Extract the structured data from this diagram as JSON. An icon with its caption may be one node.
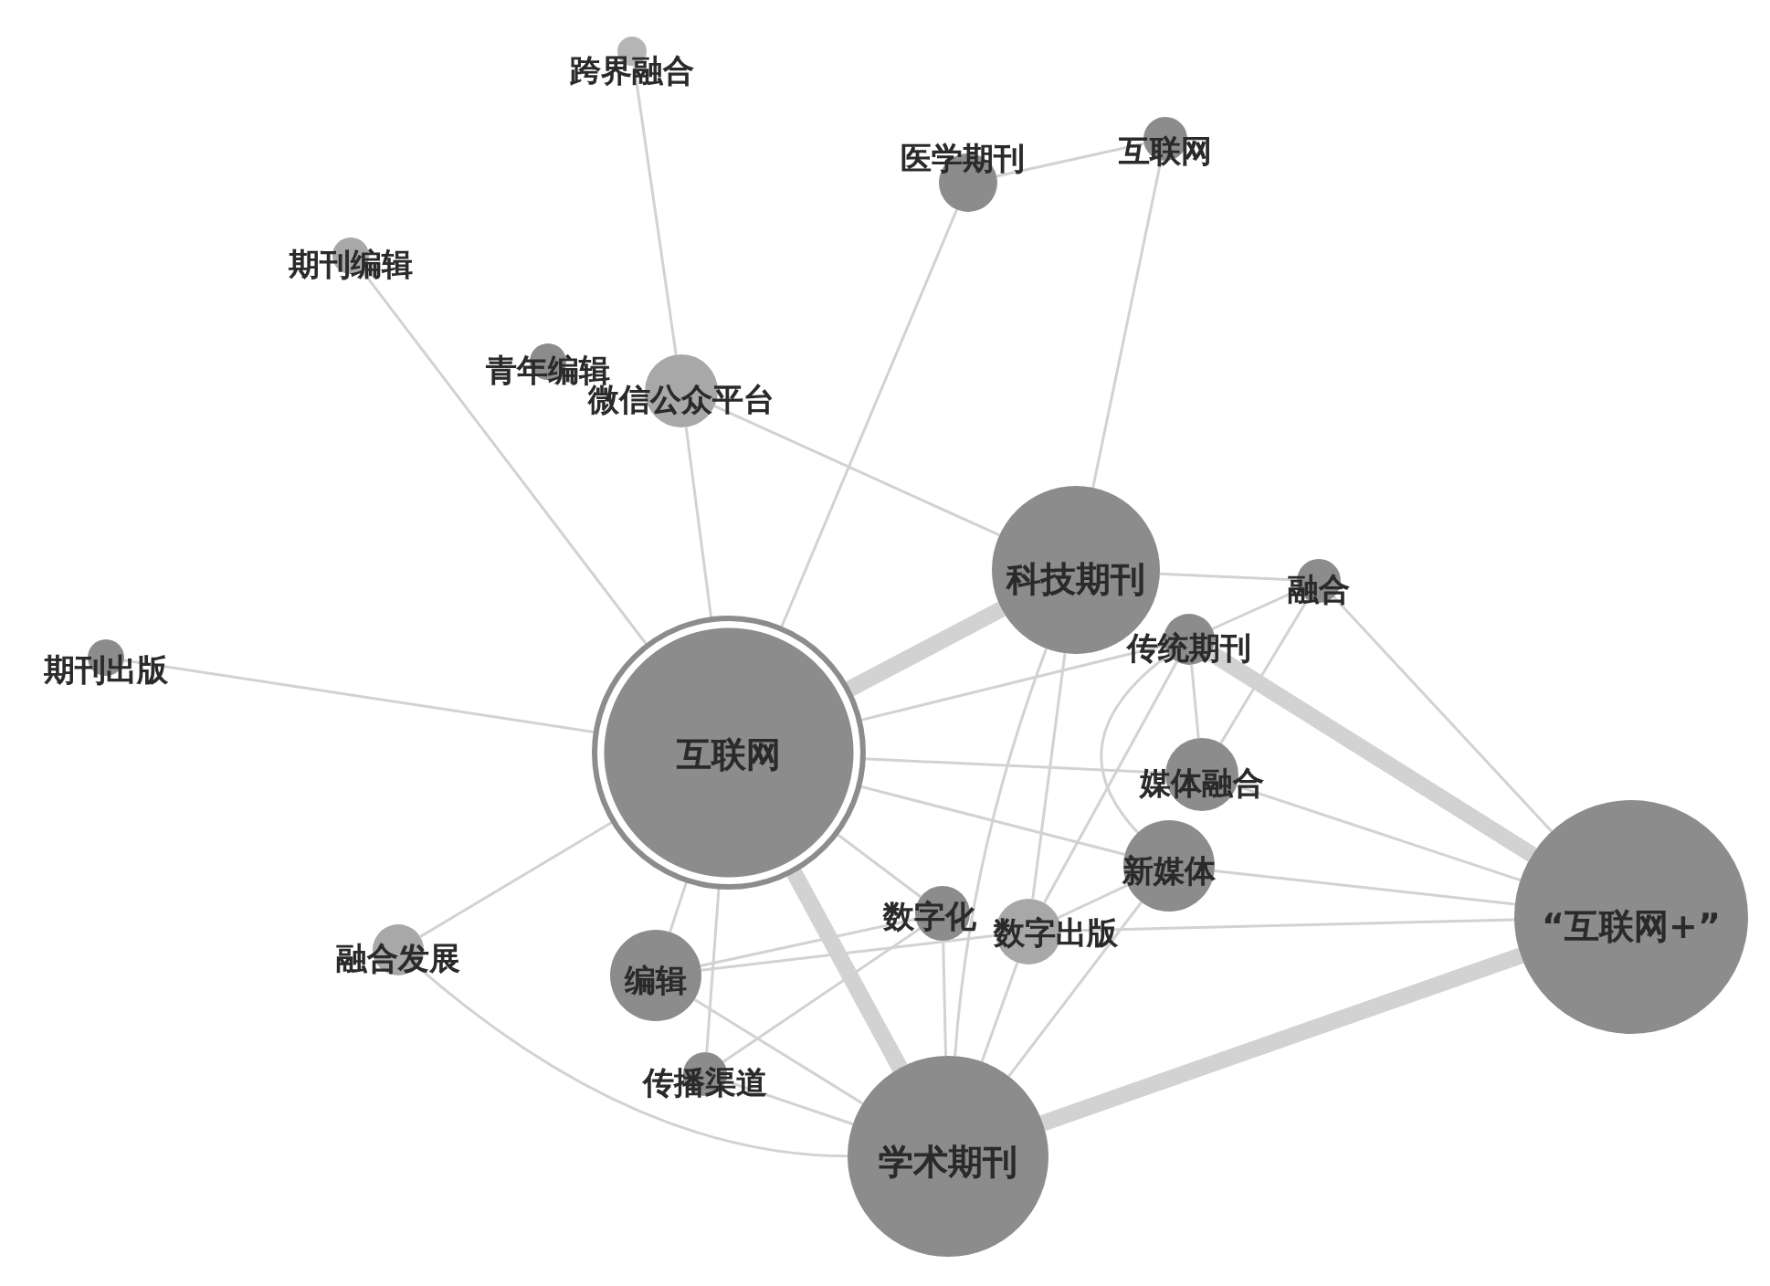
{
  "diagram": {
    "nodes": [
      {
        "text": [
          "跨界融合"
        ]
      },
      {
        "text": [
          "医学期刊"
        ]
      },
      {
        "text": [
          "互联网"
        ]
      },
      {
        "text": [
          "期刊编辑"
        ]
      },
      {
        "text": [
          "青年编辑"
        ]
      },
      {
        "text": [
          "微信公众平台"
        ]
      },
      {
        "text": [
          "科技期刊"
        ]
      },
      {
        "text": [
          "融合"
        ]
      },
      {
        "text": [
          "传统期刊"
        ]
      },
      {
        "text": [
          "期刊出版"
        ]
      },
      {
        "text": [
          "互联网"
        ]
      },
      {
        "text": [
          "媒体融合"
        ]
      },
      {
        "text": [
          "新媒体"
        ]
      },
      {
        "text": [
          "数字化"
        ]
      },
      {
        "text": [
          "数字出版"
        ]
      },
      {
        "text": [
          "融合发展"
        ]
      },
      {
        "text": [
          "编辑"
        ]
      },
      {
        "text": [
          "传播渠道"
        ]
      },
      {
        "text": [
          "学术期刊"
        ]
      },
      {
        "text": [
          "“互联网+”"
        ]
      }
    ],
    "edges": [
      {
        "from": 0,
        "to": 5,
        "arrow": "none"
      },
      {
        "from": 1,
        "to": 10,
        "arrow": "none"
      },
      {
        "from": 1,
        "to": 2,
        "arrow": "none"
      },
      {
        "from": 2,
        "to": 6,
        "arrow": "none"
      },
      {
        "from": 3,
        "to": 10,
        "arrow": "none"
      },
      {
        "from": 5,
        "to": 10,
        "arrow": "none"
      },
      {
        "from": 5,
        "to": 6,
        "arrow": "none"
      },
      {
        "from": 9,
        "to": 10,
        "arrow": "none"
      },
      {
        "from": 10,
        "to": 6,
        "arrow": "none",
        "style": "thick"
      },
      {
        "from": 10,
        "to": 8,
        "arrow": "none"
      },
      {
        "from": 10,
        "to": 11,
        "arrow": "none"
      },
      {
        "from": 10,
        "to": 12,
        "arrow": "none"
      },
      {
        "from": 10,
        "to": 13,
        "arrow": "none"
      },
      {
        "from": 10,
        "to": 18,
        "arrow": "none",
        "style": "thick"
      },
      {
        "from": 10,
        "to": 16,
        "arrow": "none"
      },
      {
        "from": 10,
        "to": 17,
        "arrow": "none"
      },
      {
        "from": 10,
        "to": 15,
        "arrow": "none"
      },
      {
        "from": 6,
        "to": 7,
        "arrow": "none"
      },
      {
        "from": 8,
        "to": 19,
        "arrow": "none",
        "style": "thick"
      },
      {
        "from": 6,
        "to": 18,
        "arrow": "none"
      },
      {
        "from": 6,
        "to": 14,
        "arrow": "none"
      },
      {
        "from": 16,
        "to": 13,
        "arrow": "none"
      },
      {
        "from": 17,
        "to": 13,
        "arrow": "none"
      },
      {
        "from": 7,
        "to": 8,
        "arrow": "none"
      },
      {
        "from": 7,
        "to": 19,
        "arrow": "none"
      },
      {
        "from": 7,
        "to": 11,
        "arrow": "none"
      },
      {
        "from": 8,
        "to": 11,
        "arrow": "none"
      },
      {
        "from": 8,
        "to": 12,
        "arrow": "none"
      },
      {
        "from": 8,
        "to": 14,
        "arrow": "none"
      },
      {
        "from": 11,
        "to": 19,
        "arrow": "none"
      },
      {
        "from": 12,
        "to": 19,
        "arrow": "none"
      },
      {
        "from": 14,
        "to": 19,
        "arrow": "none"
      },
      {
        "from": 18,
        "to": 19,
        "arrow": "none",
        "style": "thick"
      },
      {
        "from": 12,
        "to": 18,
        "arrow": "none"
      },
      {
        "from": 12,
        "to": 14,
        "arrow": "none"
      },
      {
        "from": 13,
        "to": 18,
        "arrow": "none"
      },
      {
        "from": 14,
        "to": 18,
        "arrow": "none"
      },
      {
        "from": 16,
        "to": 18,
        "arrow": "none"
      },
      {
        "from": 16,
        "to": 14,
        "arrow": "none"
      },
      {
        "from": 15,
        "to": 18,
        "arrow": "none"
      },
      {
        "from": 17,
        "to": 18,
        "arrow": "none"
      }
    ]
  }
}
